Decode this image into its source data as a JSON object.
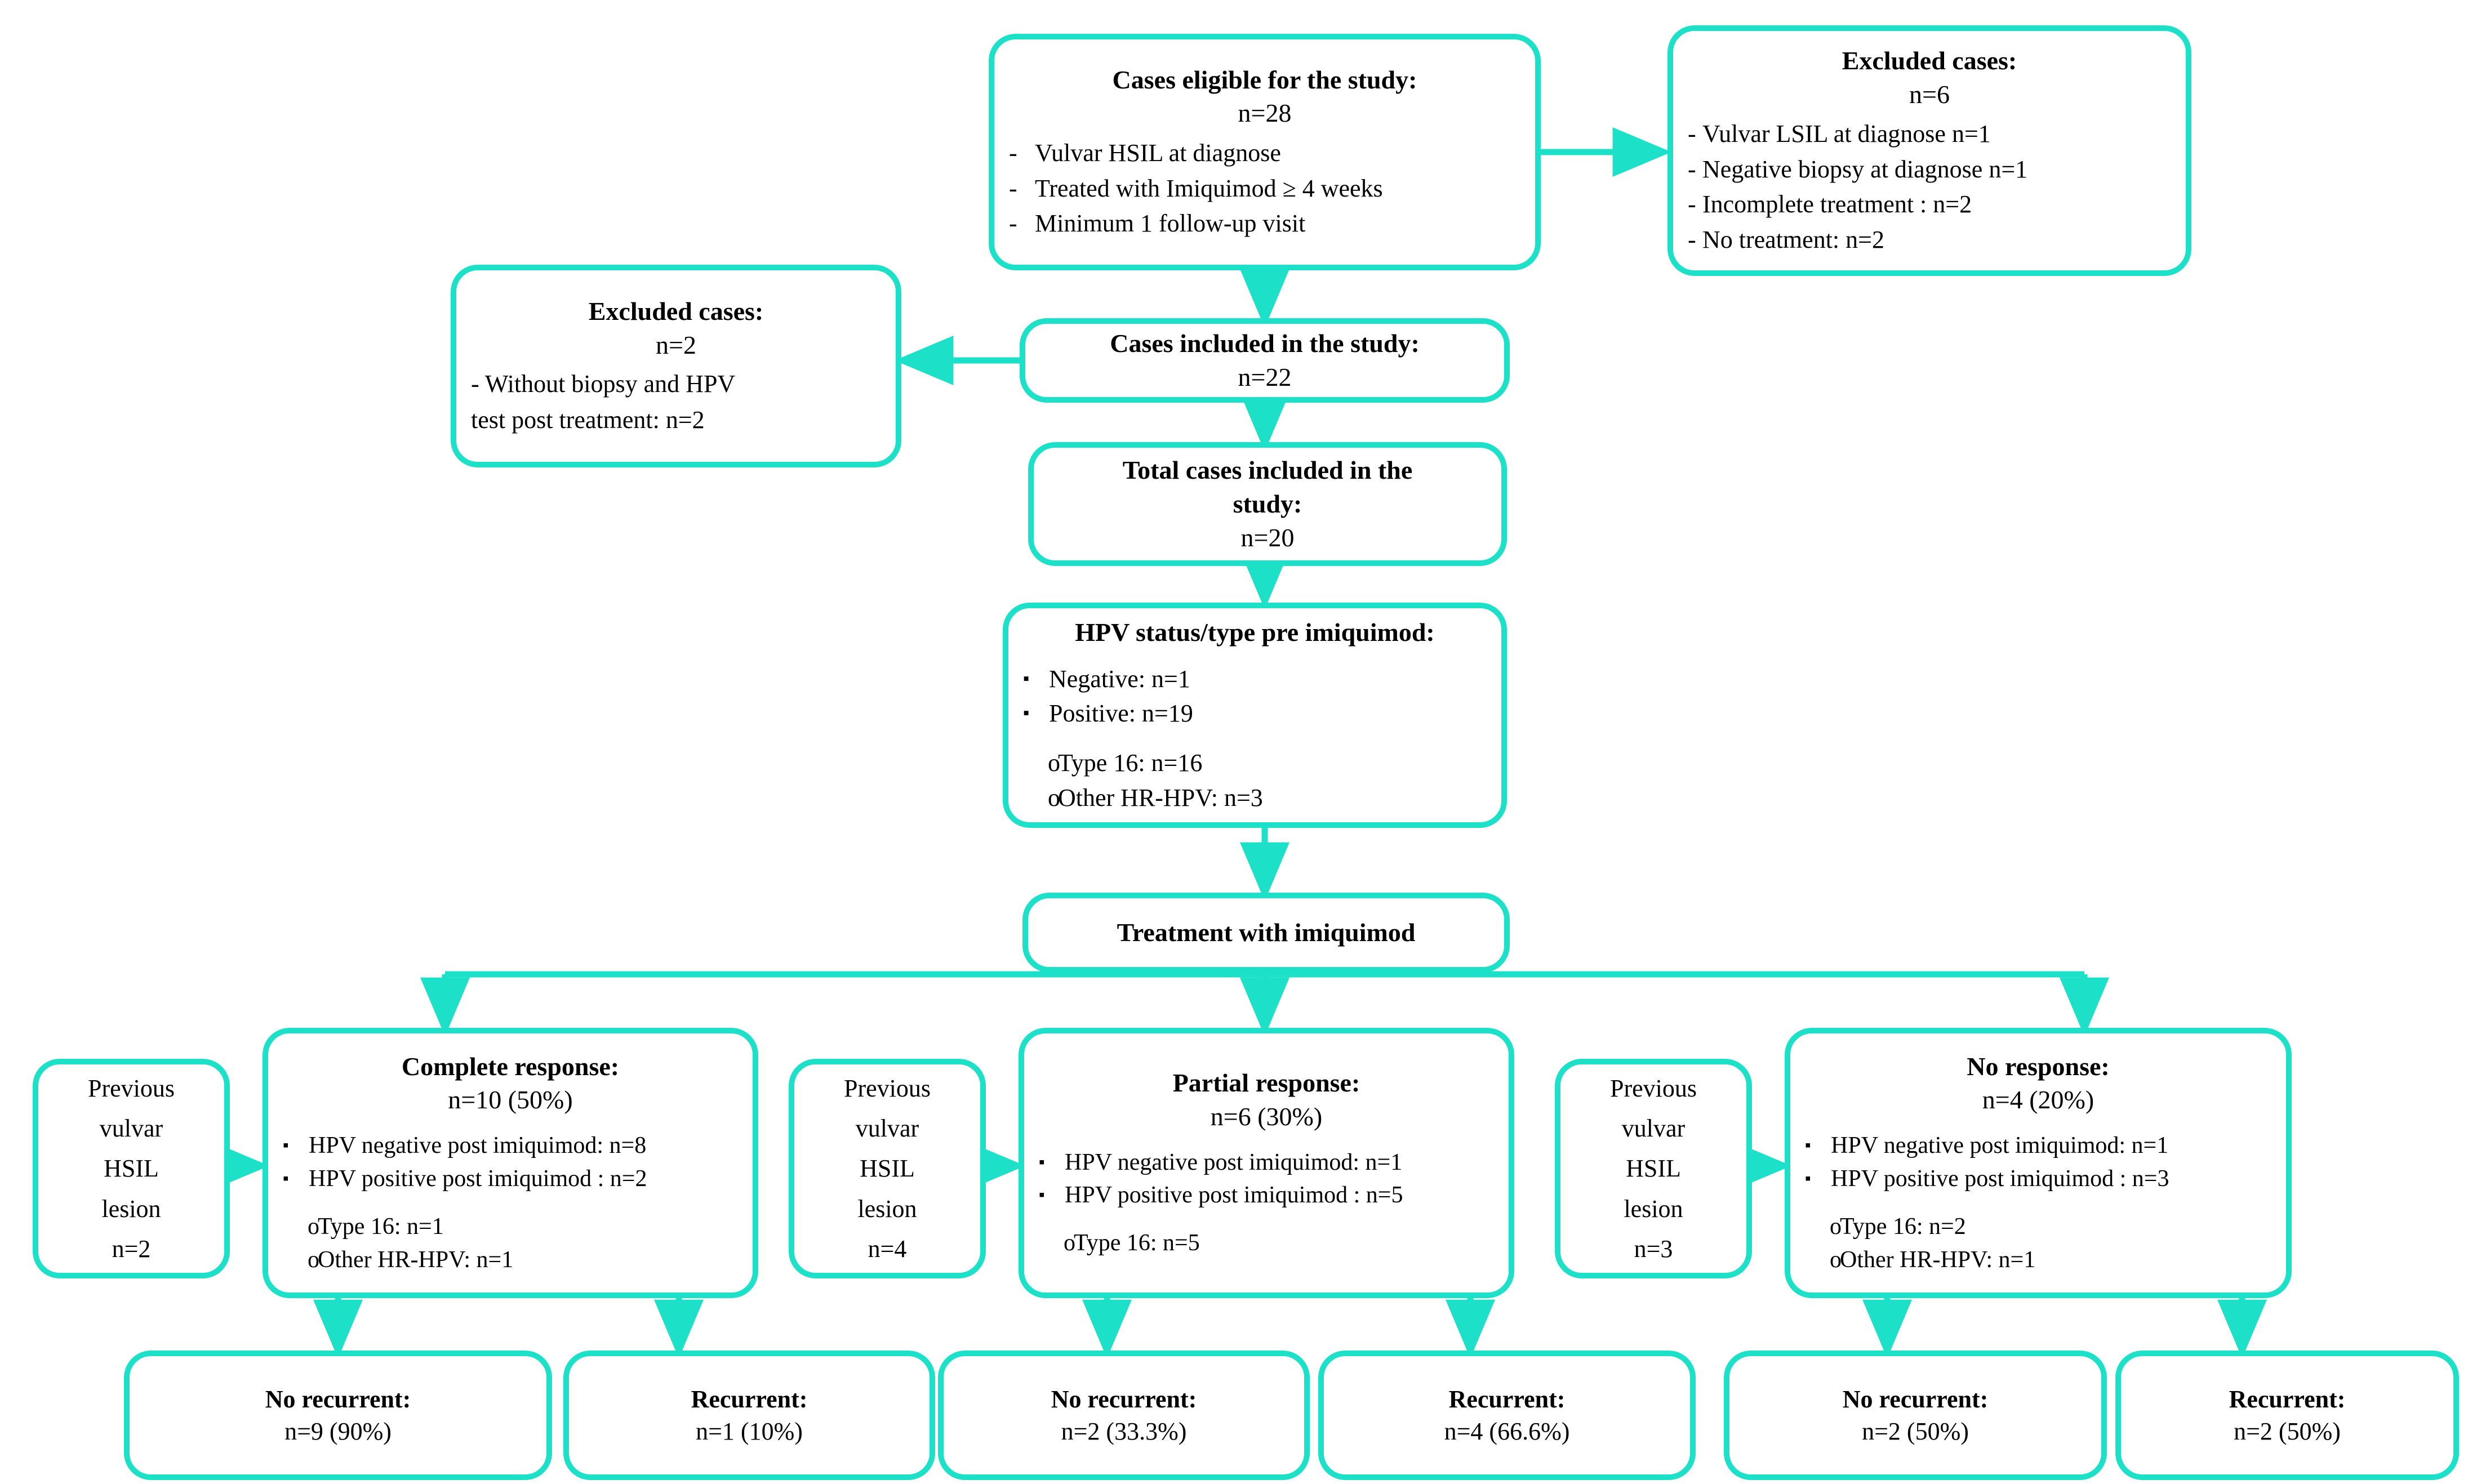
{
  "diagram": {
    "title": "Study flow diagram: Vulvar HSIL treated with imiquimod",
    "accent_color": "#1ce0c8",
    "text_color": "#000000",
    "background_color": "#ffffff"
  },
  "nodes": {
    "eligible": {
      "title": "Cases eligible for the study:",
      "count": "n=28",
      "criteria": [
        "Vulvar HSIL at diagnose",
        "Treated with Imiquimod ≥ 4 weeks",
        "Minimum 1 follow-up visit"
      ],
      "marker": "-"
    },
    "excluded_top": {
      "title": "Excluded cases:",
      "count": "n=6",
      "reasons": [
        "Vulvar LSIL at diagnose n=1",
        "Negative biopsy at diagnose n=1",
        "Incomplete treatment : n=2",
        "No treatment: n=2"
      ],
      "marker": "-"
    },
    "excluded_left": {
      "title": "Excluded cases:",
      "count": "n=2",
      "reasons": [
        "- Without biopsy and HPV",
        "test post treatment: n=2"
      ]
    },
    "included": {
      "title": "Cases included in the study:",
      "count": "n=22"
    },
    "total_included": {
      "title_line1": "Total cases included in the",
      "title_line2": "study:",
      "count": "n=20"
    },
    "hpv_pre": {
      "title": "HPV status/type pre imiquimod:",
      "bullets": [
        "Negative: n=1",
        "Positive: n=19"
      ],
      "sub_bullets": [
        "Type 16: n=16",
        "Other HR-HPV: n=3"
      ]
    },
    "treatment": {
      "title": "Treatment with imiquimod"
    },
    "prev_lesion_complete": {
      "lines": [
        "Previous",
        "vulvar",
        "HSIL",
        "lesion",
        "n=2"
      ]
    },
    "prev_lesion_partial": {
      "lines": [
        "Previous",
        "vulvar",
        "HSIL",
        "lesion",
        "n=4"
      ]
    },
    "prev_lesion_none": {
      "lines": [
        "Previous",
        "vulvar",
        "HSIL",
        "lesion",
        "n=3"
      ]
    },
    "complete_response": {
      "title": "Complete response:",
      "count": "n=10 (50%)",
      "bullets": [
        "HPV negative post imiquimod: n=8",
        "HPV positive post imiquimod : n=2"
      ],
      "sub_bullets": [
        "Type 16:  n=1",
        "Other HR-HPV: n=1"
      ]
    },
    "partial_response": {
      "title": "Partial response:",
      "count": "n=6 (30%)",
      "bullets": [
        "HPV negative post imiquimod: n=1",
        "HPV positive post imiquimod : n=5"
      ],
      "sub_bullets": [
        "Type 16:  n=5"
      ]
    },
    "no_response": {
      "title": "No response:",
      "count": "n=4 (20%)",
      "bullets": [
        "HPV negative post imiquimod: n=1",
        "HPV positive post imiquimod : n=3"
      ],
      "sub_bullets": [
        "Type 16:  n=2",
        "Other HR-HPV: n=1"
      ]
    },
    "cr_no_recurrent": {
      "title": "No recurrent:",
      "count": "n=9 (90%)"
    },
    "cr_recurrent": {
      "title": "Recurrent:",
      "count": "n=1 (10%)"
    },
    "pr_no_recurrent": {
      "title": "No recurrent:",
      "count": "n=2 (33.3%)"
    },
    "pr_recurrent": {
      "title": "Recurrent:",
      "count": "n=4 (66.6%)"
    },
    "nr_no_recurrent": {
      "title": "No recurrent:",
      "count": "n=2 (50%)"
    },
    "nr_recurrent": {
      "title": "Recurrent:",
      "count": "n=2 (50%)"
    }
  },
  "markers": {
    "dash": "-",
    "square": "▪",
    "circle": "o"
  }
}
